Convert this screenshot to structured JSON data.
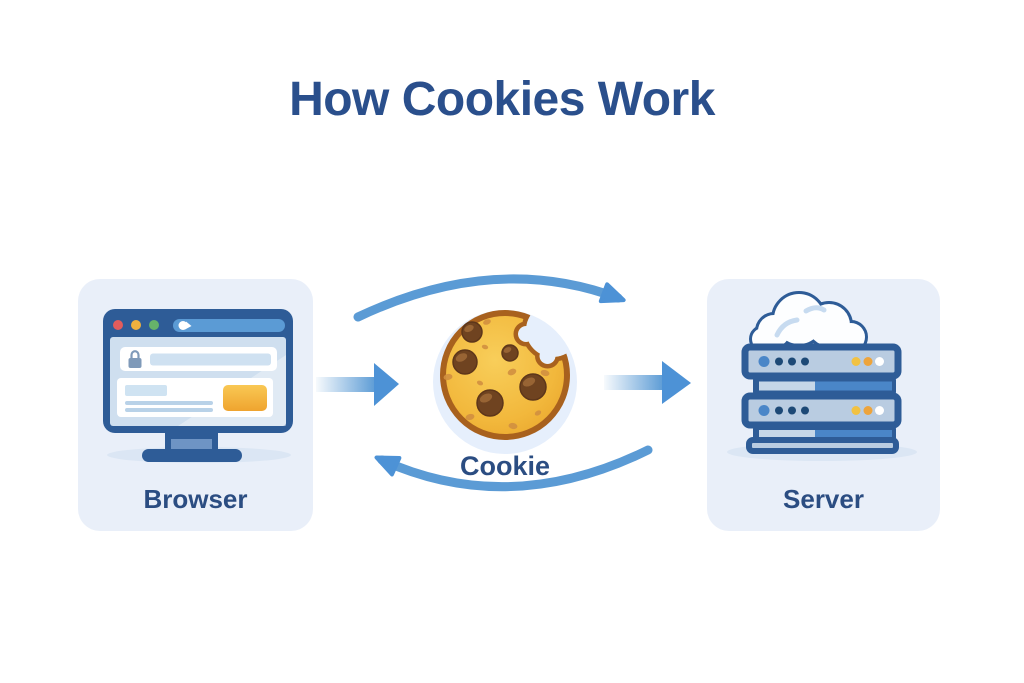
{
  "title": "How Cookies Work",
  "diagram": {
    "nodes": [
      {
        "id": "browser",
        "label": "Browser",
        "icon": "monitor-browser-icon"
      },
      {
        "id": "cookie",
        "label": "Cookie",
        "icon": "bitten-cookie-icon"
      },
      {
        "id": "server",
        "label": "Server",
        "icon": "server-rack-cloud-icon"
      }
    ],
    "flows": [
      {
        "from": "browser",
        "to": "server",
        "shape": "curved-arc-top"
      },
      {
        "from": "browser",
        "to": "cookie",
        "shape": "straight-right"
      },
      {
        "from": "cookie",
        "to": "server",
        "shape": "straight-right"
      },
      {
        "from": "server",
        "to": "browser",
        "shape": "curved-arc-bottom"
      }
    ]
  },
  "colors": {
    "background": "#ffffff",
    "title_text": "#2a4f8c",
    "label_text": "#2b4d82",
    "card_background": "#e9eff9",
    "arrow_blue": "#5b9bd5",
    "arrow_head_blue": "#4d92d6",
    "outline_navy": "#2e5c97",
    "rack_fill": "#b9cce1",
    "cookie_gold": "#f3b93d",
    "cookie_outline": "#a8611e",
    "chip_brown": "#6f4320",
    "glow_circle": "#e6effc",
    "button_orange": "#f2ab32",
    "dot_red": "#e25c5c",
    "dot_yellow": "#f0b13e",
    "dot_green": "#66b26a"
  }
}
